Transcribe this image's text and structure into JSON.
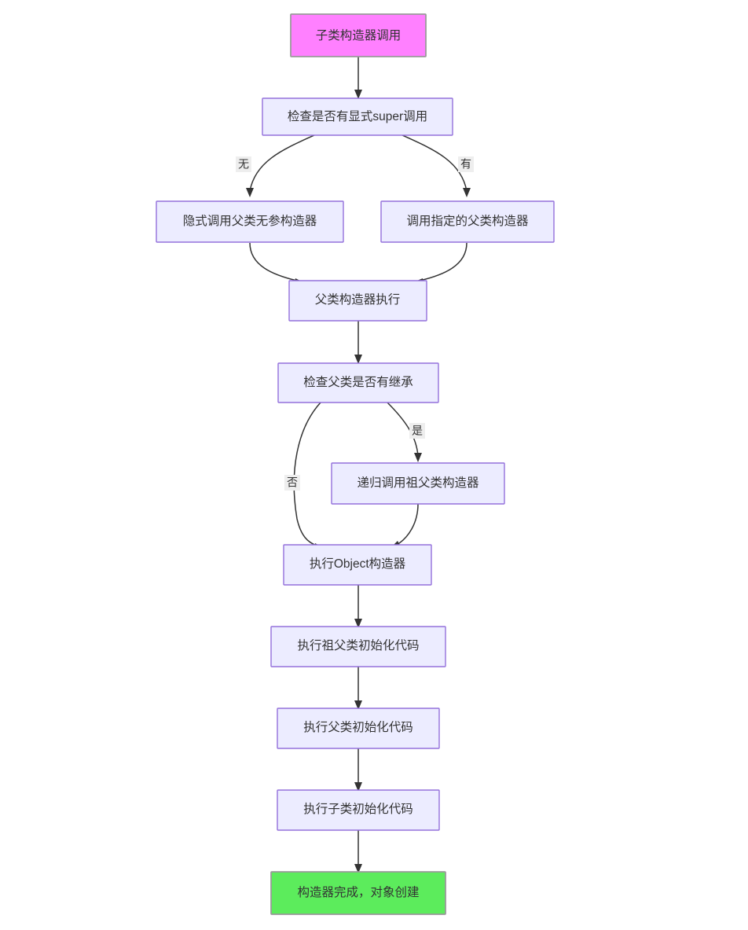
{
  "diagram": {
    "type": "flowchart",
    "direction": "top-to-bottom",
    "background": "#ffffff",
    "colors": {
      "start_fill": "#ff80ff",
      "start_stroke": "#9a9a9a",
      "process_fill": "#ececff",
      "process_stroke": "#9370db",
      "end_fill": "#5cec5c",
      "end_stroke": "#9a9a9a",
      "text": "#333333",
      "edge": "#333333",
      "edge_label_bg": "#eeeeee"
    },
    "nodes": [
      {
        "id": "start",
        "label": "子类构造器调用",
        "kind": "start"
      },
      {
        "id": "check_super",
        "label": "检查是否有显式super调用",
        "kind": "decision"
      },
      {
        "id": "implicit",
        "label": "隐式调用父类无参构造器",
        "kind": "process"
      },
      {
        "id": "explicit",
        "label": "调用指定的父类构造器",
        "kind": "process"
      },
      {
        "id": "parent_run",
        "label": "父类构造器执行",
        "kind": "process"
      },
      {
        "id": "check_inherit",
        "label": "检查父类是否有继承",
        "kind": "decision"
      },
      {
        "id": "recurse",
        "label": "递归调用祖父类构造器",
        "kind": "process"
      },
      {
        "id": "object_ctor",
        "label": "执行Object构造器",
        "kind": "process"
      },
      {
        "id": "grand_init",
        "label": "执行祖父类初始化代码",
        "kind": "process"
      },
      {
        "id": "parent_init",
        "label": "执行父类初始化代码",
        "kind": "process"
      },
      {
        "id": "child_init",
        "label": "执行子类初始化代码",
        "kind": "process"
      },
      {
        "id": "done",
        "label": "构造器完成，对象创建",
        "kind": "end"
      }
    ],
    "edges": [
      {
        "from": "start",
        "to": "check_super",
        "label": ""
      },
      {
        "from": "check_super",
        "to": "implicit",
        "label": "无"
      },
      {
        "from": "check_super",
        "to": "explicit",
        "label": "有"
      },
      {
        "from": "implicit",
        "to": "parent_run",
        "label": ""
      },
      {
        "from": "explicit",
        "to": "parent_run",
        "label": ""
      },
      {
        "from": "parent_run",
        "to": "check_inherit",
        "label": ""
      },
      {
        "from": "check_inherit",
        "to": "recurse",
        "label": "是"
      },
      {
        "from": "check_inherit",
        "to": "object_ctor",
        "label": "否"
      },
      {
        "from": "recurse",
        "to": "object_ctor",
        "label": ""
      },
      {
        "from": "object_ctor",
        "to": "grand_init",
        "label": ""
      },
      {
        "from": "grand_init",
        "to": "parent_init",
        "label": ""
      },
      {
        "from": "parent_init",
        "to": "child_init",
        "label": ""
      },
      {
        "from": "child_init",
        "to": "done",
        "label": ""
      }
    ],
    "edge_labels": {
      "no_super": "无",
      "has_super": "有",
      "inherit_yes": "是",
      "inherit_no": "否"
    }
  }
}
